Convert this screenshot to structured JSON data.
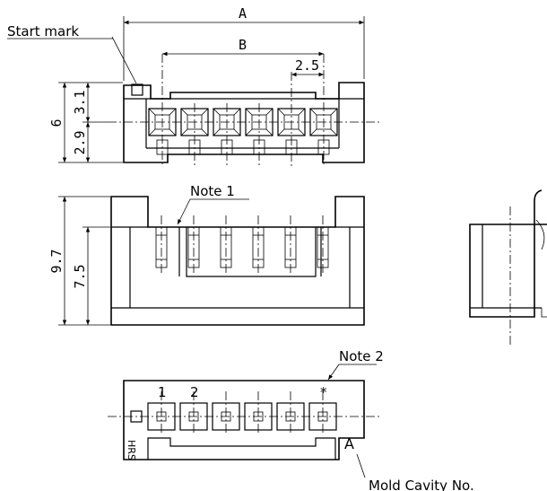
{
  "labels": {
    "start_mark": "Start mark",
    "note1": "Note 1",
    "note2": "Note 2",
    "mold_cavity": "Mold Cavity No.",
    "pin1": "1",
    "pin2": "2",
    "pin_last": "*",
    "cavity_letter": "A",
    "mfr_mark": "HRS"
  },
  "dimensions": {
    "A": "A",
    "B": "B",
    "pitch": "2.5",
    "height_top": "6",
    "d31": "3.1",
    "d29": "2.9",
    "height_front": "9.7",
    "d75": "7.5"
  },
  "colors": {
    "line": "#000000",
    "background": "#ffffff"
  }
}
